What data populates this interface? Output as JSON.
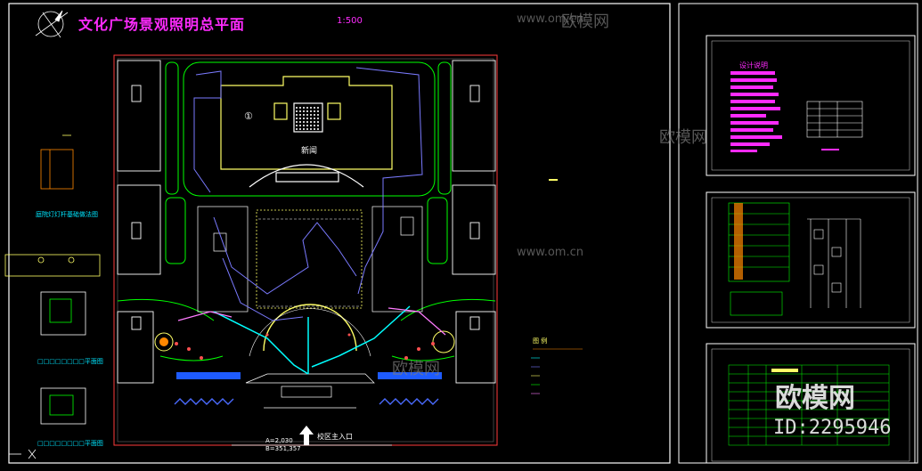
{
  "plan": {
    "title": "文化广场景观照明总平面",
    "scale": "1:500",
    "building_marker": "①",
    "building_label": "新闻",
    "entrance_label": "校区主入口",
    "coord_a": "A=2,030",
    "coord_b": "B=351,357",
    "legend_title": "图    例"
  },
  "left_details": {
    "detail1_caption": "庭院灯灯杆基础做法图",
    "detail2_caption": "□□□□□□□□平面图",
    "detail3_caption": "□□□□□□□□平面图"
  },
  "sheet_panel_top": {
    "caption": "设计说明"
  },
  "watermark": {
    "brand": "欧模网",
    "url": "www.om.cn",
    "id": "ID:2295946"
  },
  "colors": {
    "background": "#000000",
    "frame": "#ffffff",
    "title": "#ff2bff",
    "road": "#00ff00",
    "building": "#ffff66",
    "cable_blue": "#7a7aff",
    "cable_cyan": "#00ffff",
    "tree": "#ff4040"
  },
  "icons": [
    "north-arrow-icon",
    "ucs-axis-icon",
    "entrance-arrow-icon"
  ]
}
